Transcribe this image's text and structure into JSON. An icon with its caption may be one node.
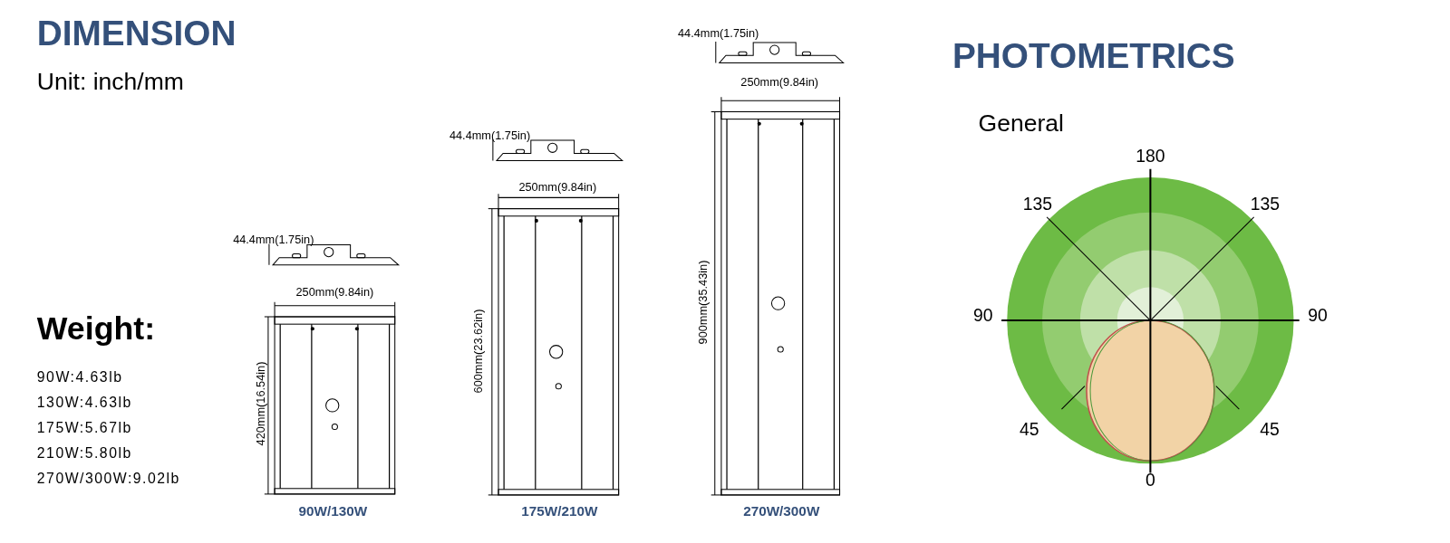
{
  "diagram": {
    "labels": [
      "DIMENSION",
      "Unit: inch/mm",
      "Weight:",
      "90W:4.63lb",
      "130W:4.63lb",
      "175W:5.67lb",
      "210W:5.80lb",
      "270W/300W:9.02lb",
      "44.4mm(1.75in)",
      "250mm(9.84in)",
      "420mm(16.54in)",
      "90W/130W",
      "44.4mm(1.75in)",
      "250mm(9.84in)",
      "600mm(23.62in)",
      "175W/210W",
      "44.4mm(1.75in)",
      "250mm(9.84in)",
      "900mm(35.43in)",
      "270W/300W",
      "PHOTOMETRICS",
      "General",
      "180",
      "135",
      "135",
      "90",
      "90",
      "45",
      "45",
      "0"
    ]
  }
}
